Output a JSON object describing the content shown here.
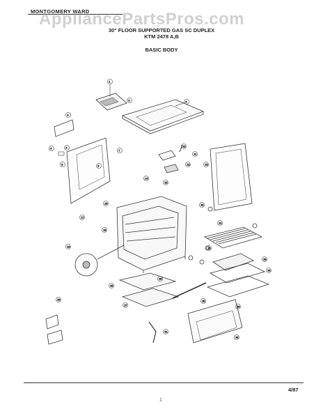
{
  "header": {
    "brand": "MONTGOMERY WARD",
    "title_line1": "30\" FLOOR SUPPORTED GAS SC DUPLEX",
    "title_line2": "KTM 2478 A,B",
    "section": "BASIC BODY"
  },
  "watermark": "AppliancePartsPros.com",
  "footer": {
    "date": "4/87",
    "page_mark": "1"
  },
  "callouts": [
    "1",
    "2",
    "3",
    "4",
    "5",
    "6",
    "7",
    "8",
    "9",
    "10",
    "11",
    "12",
    "13",
    "14",
    "15",
    "16",
    "17",
    "18",
    "19",
    "20",
    "21",
    "22",
    "23",
    "24",
    "25",
    "26",
    "27",
    "28",
    "29",
    "30",
    "31",
    "32"
  ]
}
